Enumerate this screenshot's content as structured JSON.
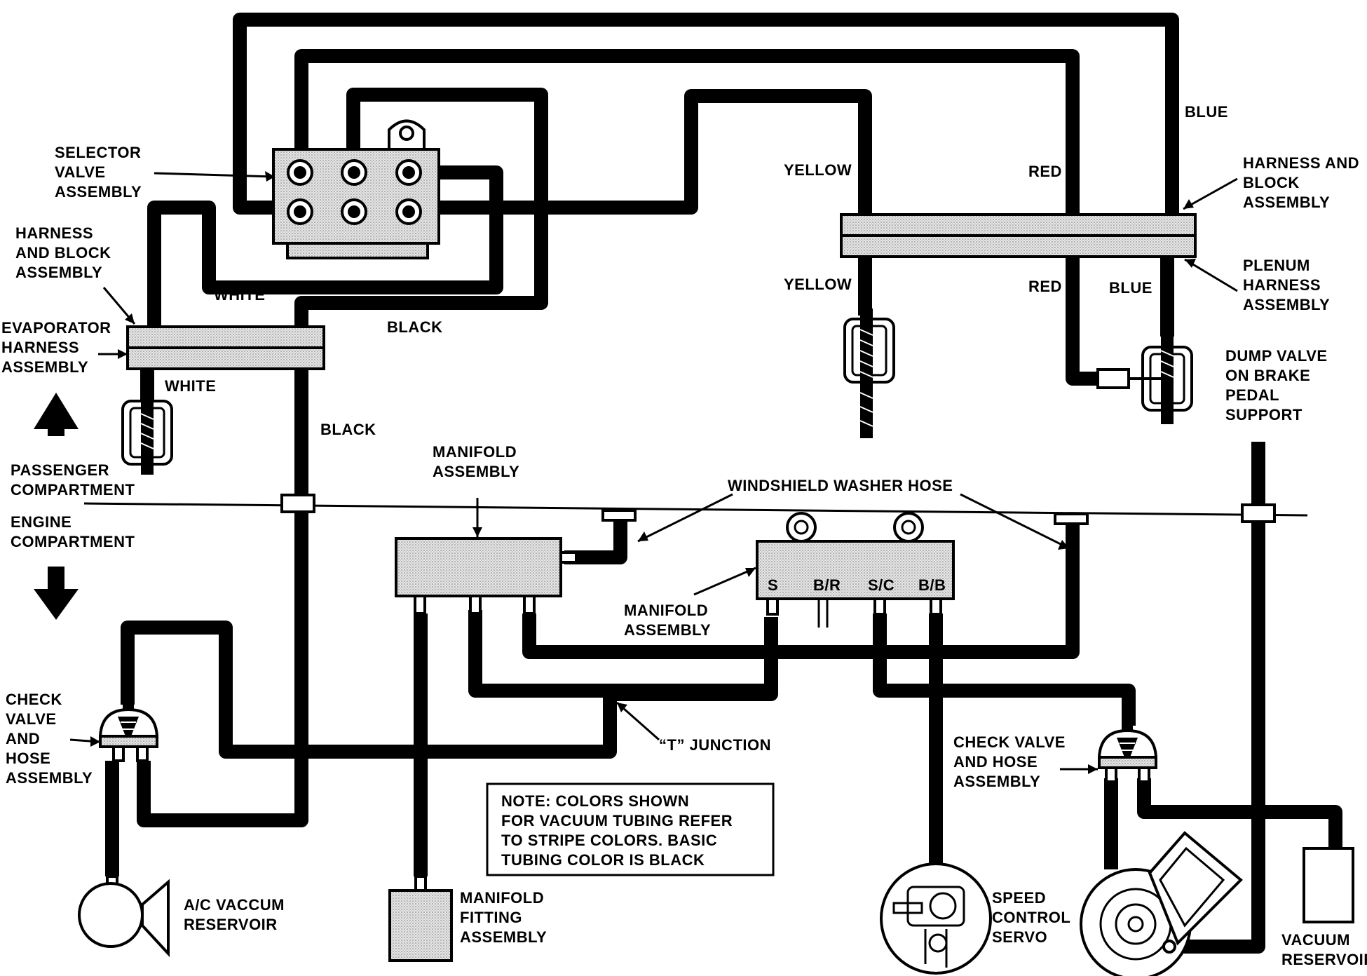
{
  "labels": {
    "selector_valve": [
      "SELECTOR",
      "VALVE",
      "ASSEMBLY"
    ],
    "harness_block_left": [
      "HARNESS",
      "AND BLOCK",
      "ASSEMBLY"
    ],
    "evaporator_harness": [
      "EVAPORATOR",
      "HARNESS",
      "ASSEMBLY"
    ],
    "white_upper": "WHITE",
    "white_lower": "WHITE",
    "black_upper": "BLACK",
    "black_lower": "BLACK",
    "yellow_upper": "YELLOW",
    "yellow_lower": "YELLOW",
    "red_upper": "RED",
    "red_lower": "RED",
    "blue_upper": "BLUE",
    "blue_lower": "BLUE",
    "harness_block_right": [
      "HARNESS AND",
      "BLOCK",
      "ASSEMBLY"
    ],
    "plenum_harness": [
      "PLENUM",
      "HARNESS",
      "ASSEMBLY"
    ],
    "dump_valve": [
      "DUMP VALVE",
      "ON BRAKE",
      "PEDAL",
      "SUPPORT"
    ],
    "passenger_compartment": [
      "PASSENGER",
      "COMPARTMENT"
    ],
    "engine_compartment": [
      "ENGINE",
      "COMPARTMENT"
    ],
    "manifold_assembly_top": [
      "MANIFOLD",
      "ASSEMBLY"
    ],
    "windshield_washer_hose": "WINDSHIELD WASHER HOSE",
    "manifold_assembly_mid": [
      "MANIFOLD",
      "ASSEMBLY"
    ],
    "port_s": "S",
    "port_br": "B/R",
    "port_sc": "S/C",
    "port_bb": "B/B",
    "t_junction": "“T” JUNCTION",
    "check_valve_left": [
      "CHECK",
      "VALVE",
      "AND",
      "HOSE",
      "ASSEMBLY"
    ],
    "check_valve_right": [
      "CHECK VALVE",
      "AND HOSE",
      "ASSEMBLY"
    ],
    "note": [
      "NOTE: COLORS SHOWN",
      "FOR VACUUM TUBING REFER",
      "TO STRIPE COLORS. BASIC",
      "TUBING COLOR IS BLACK"
    ],
    "ac_reservoir": [
      "A/C VACCUM",
      "RESERVOIR"
    ],
    "manifold_fitting": [
      "MANIFOLD",
      "FITTING",
      "ASSEMBLY"
    ],
    "speed_control_servo": [
      "SPEED",
      "CONTROL",
      "SERVO"
    ],
    "vacuum_reservoir": [
      "VACUUM",
      "RESERVOIR"
    ]
  }
}
